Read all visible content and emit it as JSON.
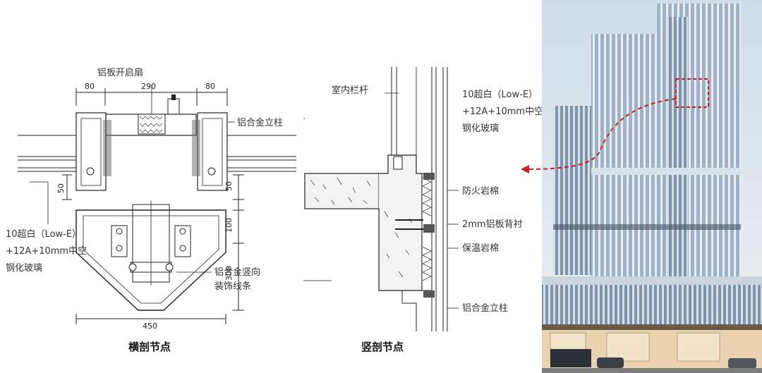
{
  "horizontal_section": {
    "caption": "横剖节点",
    "dimensions": [
      "80",
      "290",
      "80",
      "50",
      "50",
      "100",
      "300",
      "450"
    ],
    "labels": {
      "vent": "铝板开启扇",
      "mullion": "铝合金立柱",
      "glass_line1": "10超白（Low-E）",
      "glass_line2": "+12A+10mm中空",
      "glass_line3": "钢化玻璃",
      "fin_line1": "铝合金竖向",
      "fin_line2": "装饰线条"
    }
  },
  "vertical_section": {
    "caption": "竖剖节点",
    "labels": {
      "railing": "室内栏杆",
      "glass_line1": "10超白（Low-E）",
      "glass_line2": "+12A+10mm中空",
      "glass_line3": "钢化玻璃",
      "fire_wool": "防火岩棉",
      "al_backing": "2mm铝板背衬",
      "insulation": "保温岩棉",
      "mullion": "铝合金立柱"
    }
  },
  "colors": {
    "line": "#222222",
    "leader_red": "#cc1f1f",
    "sky": "#dbe7f0",
    "glass": "#8ea6c0"
  }
}
